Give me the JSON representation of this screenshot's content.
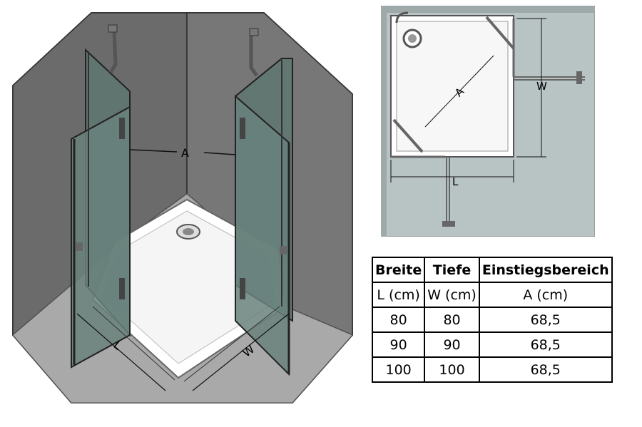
{
  "iso_view": {
    "label_a": "A",
    "label_l": "L",
    "label_w": "W"
  },
  "plan_view": {
    "label_a": "A",
    "label_l": "L",
    "label_w": "W"
  },
  "table": {
    "headers": [
      "Breite",
      "Tiefe",
      "Einstiegsbereich"
    ],
    "units": [
      "L (cm)",
      "W (cm)",
      "A (cm)"
    ],
    "rows": [
      [
        "80",
        "80",
        "68,5"
      ],
      [
        "90",
        "90",
        "68,5"
      ],
      [
        "100",
        "100",
        "68,5"
      ]
    ]
  },
  "colors": {
    "wall": "#6f6f6f",
    "wall_light": "#8a8a8a",
    "floor": "#a7a7a7",
    "glass": "#5f7671",
    "tray": "#ffffff",
    "plan_bg": "#b7c2c2"
  }
}
